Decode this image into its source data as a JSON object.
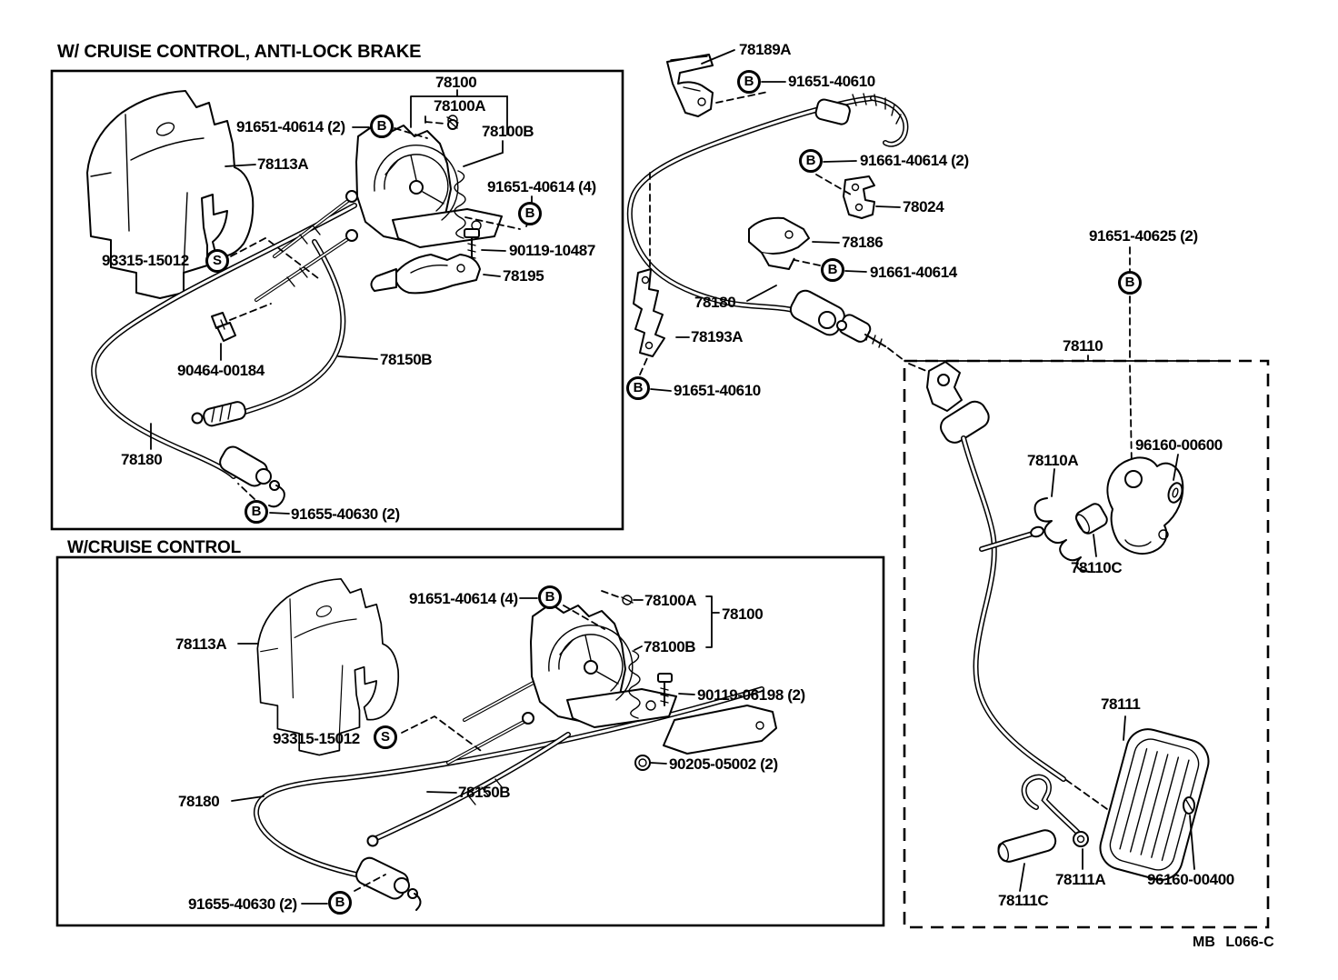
{
  "titles": {
    "top_box": "W/ CRUISE CONTROL, ANTI-LOCK BRAKE",
    "bottom_box": "W/CRUISE CONTROL"
  },
  "footer": {
    "code": "MB L066-C"
  },
  "callouts": {
    "b": "B",
    "s": "S"
  },
  "labels": {
    "top_box": [
      "78100",
      "78100A",
      "78100B",
      "91651-40614 (2)",
      "78113A",
      "91651-40614 (4)",
      "93315-15012",
      "90119-10487",
      "78195",
      "90464-00184",
      "78150B",
      "78180",
      "91655-40630 (2)"
    ],
    "bottom_box": [
      "78113A",
      "91651-40614 (4)",
      "78100A",
      "78100",
      "78100B",
      "90119-06198 (2)",
      "90205-05002 (2)",
      "93315-15012",
      "78150B",
      "78180",
      "91655-40630 (2)"
    ],
    "right_area": [
      "78189A",
      "91651-40610",
      "91661-40614 (2)",
      "78024",
      "78186",
      "91661-40614",
      "78180",
      "78193A",
      "91651-40610",
      "91651-40625 (2)",
      "78110"
    ],
    "pedal_area": [
      "78110A",
      "96160-00600",
      "78110C",
      "78111",
      "78111A",
      "96160-00400",
      "78111C"
    ]
  }
}
